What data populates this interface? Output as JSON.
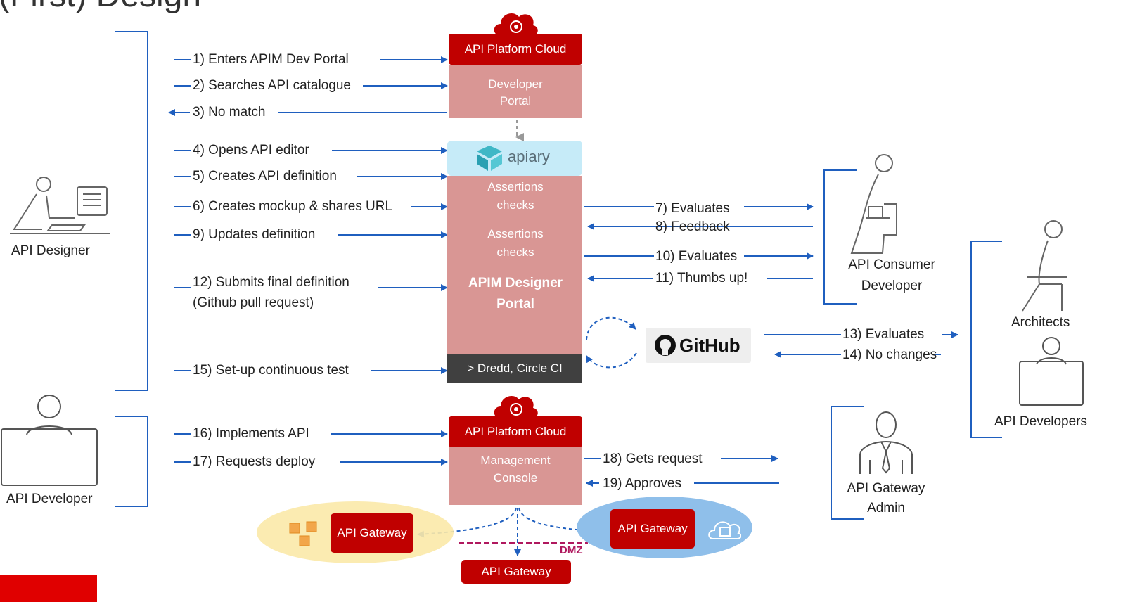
{
  "page_title": "(First) Design",
  "actors": {
    "designer": "API Designer",
    "developer": "API Developer",
    "consumer_line1": "API Consumer",
    "consumer_line2": "Developer",
    "architects": "Architects",
    "api_developers": "API Developers",
    "gw_admin_line1": "API Gateway",
    "gw_admin_line2": "Admin"
  },
  "platform": {
    "top_label": "API Platform Cloud",
    "dev_portal_line1": "Developer",
    "dev_portal_line2": "Portal",
    "apiary": "apiary",
    "assertions_line1": "Assertions",
    "assertions_line2": "checks",
    "designer_portal_line1": "APIM  Designer",
    "designer_portal_line2": "Portal",
    "dredd": "> Dredd, Circle CI",
    "bottom_label": "API Platform Cloud",
    "mgmt_line1": "Management",
    "mgmt_line2": "Console",
    "github": "GitHub"
  },
  "steps": {
    "s1": "1) Enters APIM Dev Portal",
    "s2": "2) Searches API catalogue",
    "s3": "3) No match",
    "s4": "4) Opens API editor",
    "s5": "5) Creates API definition",
    "s6": "6) Creates mockup & shares URL",
    "s7": "7) Evaluates",
    "s8": "8) Feedback",
    "s9": "9) Updates definition",
    "s10": "10) Evaluates",
    "s11": "11) Thumbs up!",
    "s12_line1": "12) Submits final definition",
    "s12_line2": "(Github pull request)",
    "s13": "13) Evaluates",
    "s14": "14) No changes",
    "s15": "15) Set-up continuous test",
    "s16": "16) Implements API",
    "s17": "17) Requests deploy",
    "s18": "18) Gets request",
    "s19": "19) Approves"
  },
  "gateways": {
    "left": "API Gateway",
    "right": "API Gateway",
    "bottom": "API Gateway",
    "dmz": "DMZ"
  },
  "colors": {
    "red": "#c00000",
    "portal": "#d99694",
    "arrow": "#1f5fbf",
    "apiary_bg": "#c6ebf8",
    "dredd_bg": "#404040",
    "magenta": "#b0185e"
  }
}
